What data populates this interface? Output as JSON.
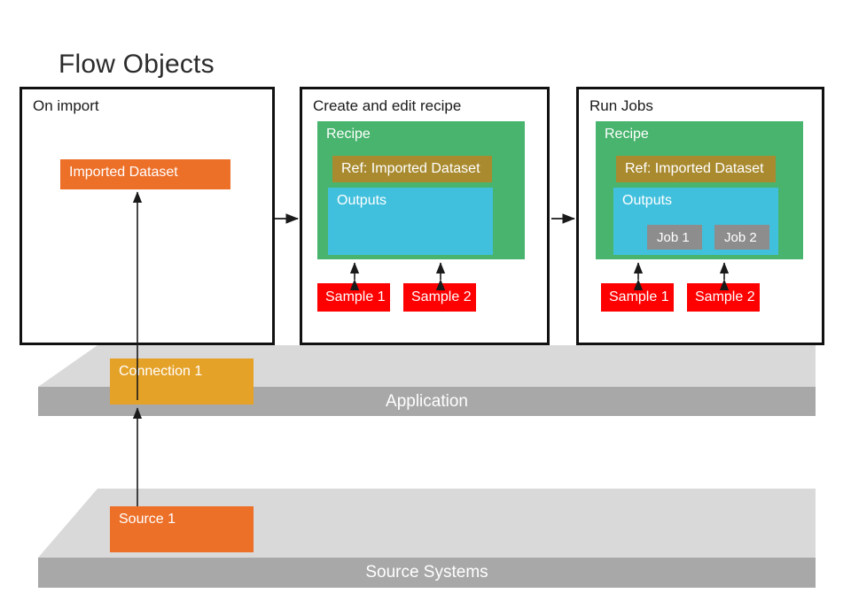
{
  "diagram": {
    "title": "Flow Objects",
    "panels": [
      {
        "id": "on-import",
        "title": "On import",
        "boxes": [
          {
            "id": "imported-dataset",
            "label": "Imported Dataset"
          }
        ]
      },
      {
        "id": "create-and-edit-recipe",
        "title": "Create and edit recipe",
        "boxes": [
          {
            "id": "recipe",
            "label": "Recipe"
          },
          {
            "id": "ref-imported-dataset",
            "label": "Ref: Imported Dataset"
          },
          {
            "id": "outputs",
            "label": "Outputs"
          },
          {
            "id": "sample-1",
            "label": "Sample 1"
          },
          {
            "id": "sample-2",
            "label": "Sample 2"
          }
        ]
      },
      {
        "id": "run-jobs",
        "title": "Run Jobs",
        "boxes": [
          {
            "id": "recipe",
            "label": "Recipe"
          },
          {
            "id": "ref-imported-dataset",
            "label": "Ref: Imported Dataset"
          },
          {
            "id": "outputs",
            "label": "Outputs"
          },
          {
            "id": "job-1",
            "label": "Job 1"
          },
          {
            "id": "job-2",
            "label": "Job 2"
          },
          {
            "id": "sample-1",
            "label": "Sample 1"
          },
          {
            "id": "sample-2",
            "label": "Sample 2"
          }
        ]
      }
    ],
    "platforms": [
      {
        "id": "application",
        "label": "Application",
        "boxes": [
          {
            "id": "connection-1",
            "label": "Connection 1"
          }
        ]
      },
      {
        "id": "source-systems",
        "label": "Source Systems",
        "boxes": [
          {
            "id": "source-1",
            "label": "Source 1"
          }
        ]
      }
    ],
    "colors": {
      "imported_dataset": "#ed7029",
      "recipe_green": "#48b46e",
      "ref_brown": "#a98a2f",
      "outputs_cyan": "#41c0dd",
      "job_gray": "#8d8d8d",
      "sample_red": "#fe0000",
      "connection_gold": "#e5a228",
      "source_orange": "#ed7029",
      "slab_top": "#d9d9d9",
      "slab_front": "#a8a8a8",
      "panel_border": "#111111",
      "title_text": "#2b2b2b"
    }
  }
}
